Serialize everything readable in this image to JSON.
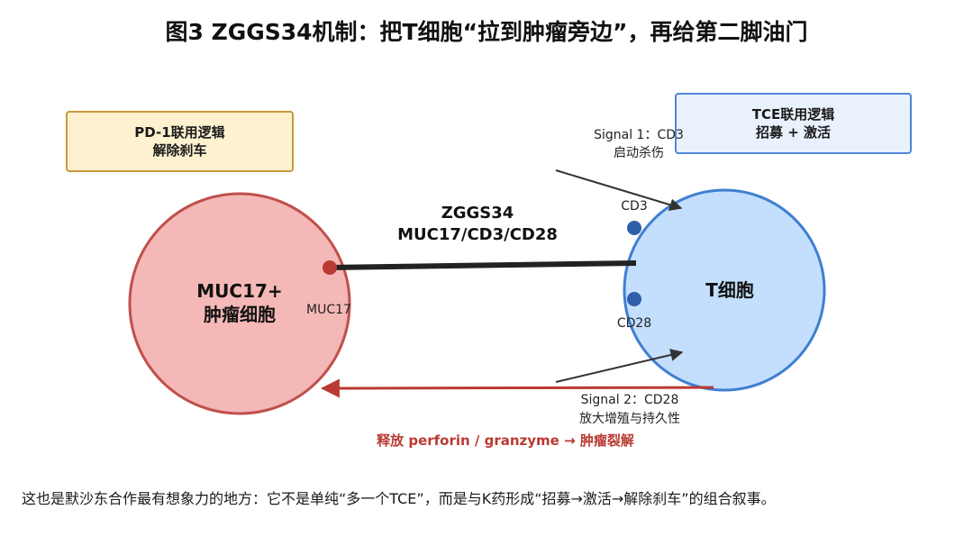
{
  "title": "图3  ZGGS34机制：把T细胞“拉到肿瘤旁边”，再给第二脚油门",
  "pd1_box": {
    "line1": "PD-1联用逻辑",
    "line2": "解除刹车"
  },
  "tce_box": {
    "line1": "TCE联用逻辑",
    "line2": "招募 + 激活"
  },
  "tumor_cell": {
    "line1": "MUC17+",
    "line2": "肿瘤细胞",
    "marker_label": "MUC17"
  },
  "t_cell": {
    "label": "T细胞",
    "cd3_label": "CD3",
    "cd28_label": "CD28"
  },
  "drug": {
    "line1": "ZGGS34",
    "line2": "MUC17/CD3/CD28"
  },
  "signal1": {
    "line1": "Signal 1：CD3",
    "line2": "启动杀伤"
  },
  "signal2": {
    "line1": "Signal 2：CD28",
    "line2": "放大增殖与持久性"
  },
  "release": "释放 perforin / granzyme → 肿瘤裂解",
  "caption": "这也是默沙东合作最有想象力的地方：它不是单纯“多一个TCE”，而是与K药形成“招募→激活→解除刹车”的组合叙事。",
  "colors": {
    "tumor_fill": "#f4b8b6",
    "tumor_stroke": "#c0504d",
    "tcell_fill": "#c3dffd",
    "tcell_stroke": "#3f7fd1",
    "marker_blue": "#2f5fa8",
    "release_red": "#b93a32",
    "arrow_gray": "#333333"
  }
}
